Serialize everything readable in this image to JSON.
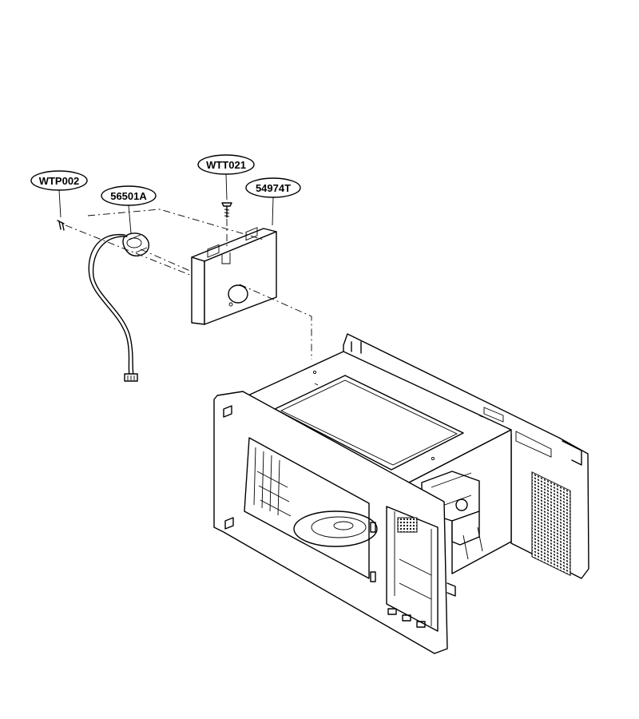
{
  "callouts": [
    {
      "id": "wtp002",
      "label": "WTP002"
    },
    {
      "id": "56501a",
      "label": "56501A"
    },
    {
      "id": "wtt021",
      "label": "WTT021"
    },
    {
      "id": "54974t",
      "label": "54974T"
    }
  ]
}
